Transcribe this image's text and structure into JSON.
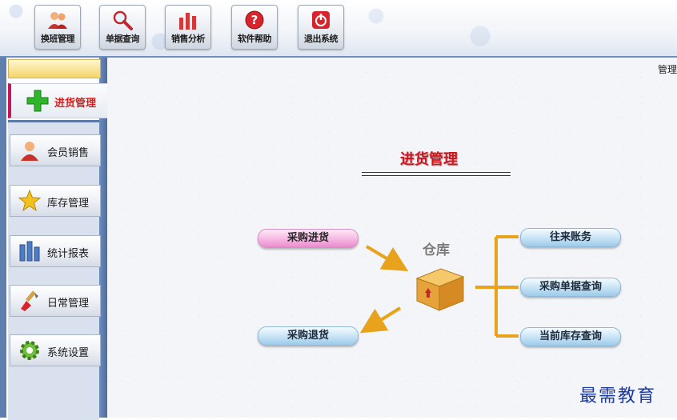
{
  "toolbar": {
    "buttons": [
      {
        "label": "换班管理",
        "icon": "users-icon"
      },
      {
        "label": "单据查询",
        "icon": "magnifier-icon"
      },
      {
        "label": "销售分析",
        "icon": "bar-chart-icon"
      },
      {
        "label": "软件帮助",
        "icon": "help-icon"
      },
      {
        "label": "退出系统",
        "icon": "power-icon"
      }
    ]
  },
  "sidebar": {
    "active": {
      "label": "进货管理",
      "icon": "plus-icon"
    },
    "items": [
      {
        "label": "会员销售",
        "icon": "member-icon"
      },
      {
        "label": "库存管理",
        "icon": "star-icon"
      },
      {
        "label": "统计报表",
        "icon": "bar-chart-icon"
      },
      {
        "label": "日常管理",
        "icon": "brush-icon"
      },
      {
        "label": "系统设置",
        "icon": "gear-icon"
      }
    ]
  },
  "main": {
    "corner_label": "管理",
    "title": "进货管理",
    "warehouse_label": "仓库",
    "left_actions": [
      {
        "label": "采购进货"
      },
      {
        "label": "采购退货"
      }
    ],
    "right_actions": [
      {
        "label": "往来账务"
      },
      {
        "label": "采购单据查询"
      },
      {
        "label": "当前库存查询"
      }
    ]
  },
  "watermark": "最需教育",
  "colors": {
    "accent_red": "#d4141c",
    "sidebar_blue": "#5f7fae",
    "arrow_orange": "#e8a21b",
    "pill_pink": "#f6b7e2",
    "pill_blue": "#c6e2f5"
  }
}
